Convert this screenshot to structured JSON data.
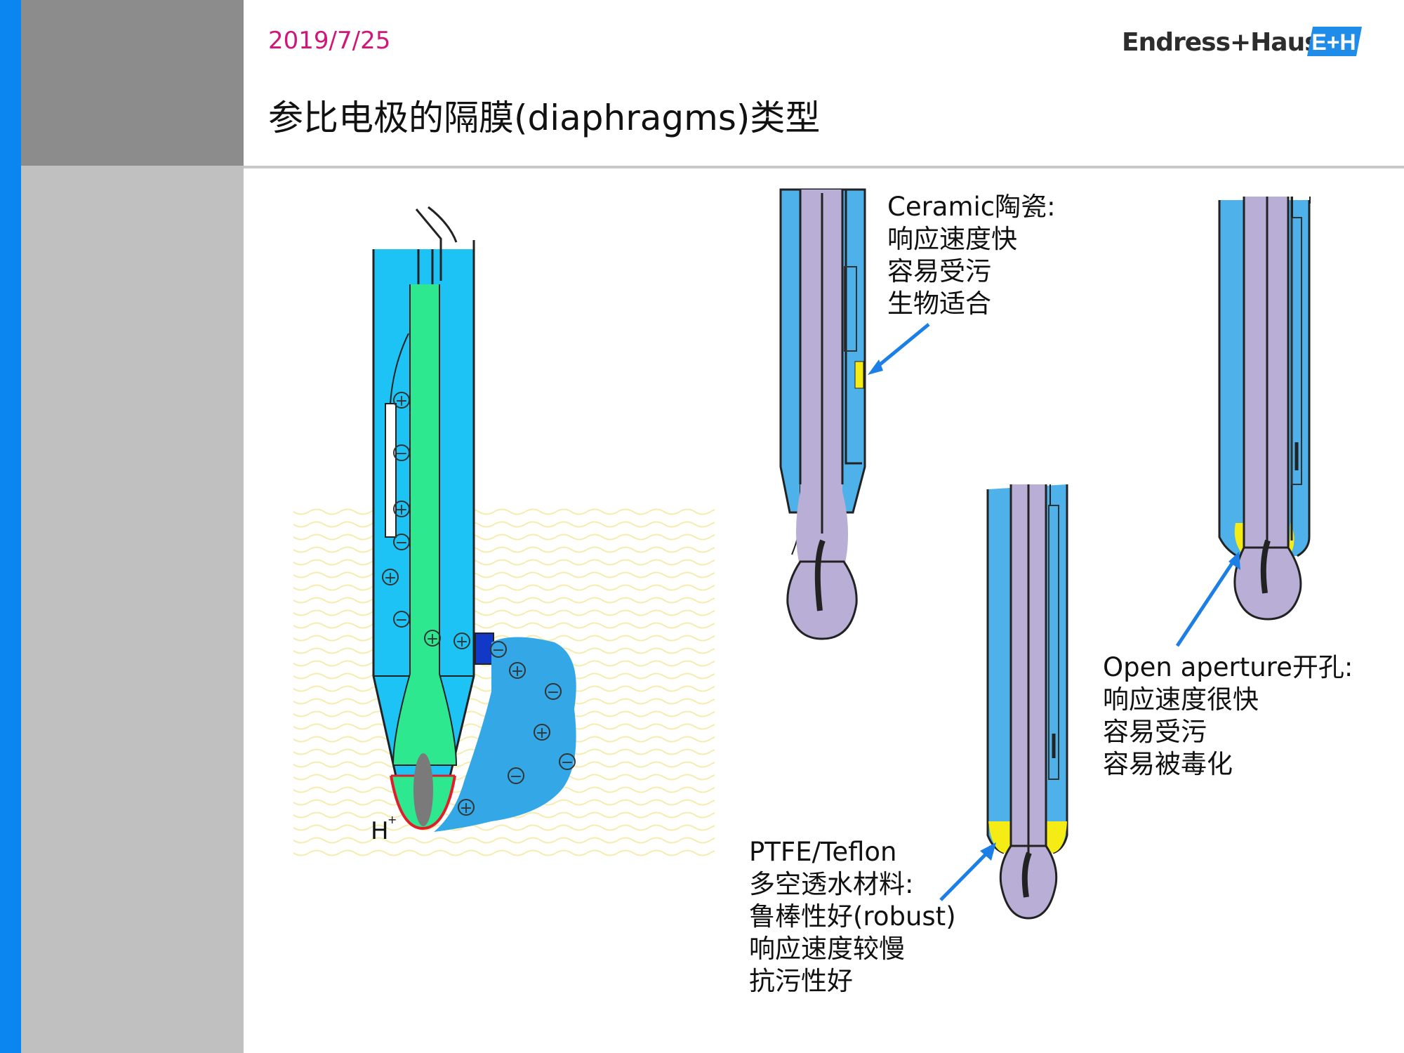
{
  "header": {
    "date": "2019/7/25",
    "title": "参比电极的隔膜(diaphragms)类型",
    "brand": "Endress+Hauser",
    "logo_mark": "E+H"
  },
  "diagram": {
    "ion_label": "H",
    "ion_sup": "+",
    "plus": "+",
    "minus": "−"
  },
  "captions": {
    "ceramic": [
      "Ceramic陶瓷:",
      "响应速度快",
      "容易受污",
      "生物适合"
    ],
    "open": [
      "Open aperture开孔:",
      "响应速度很快",
      "容易受污",
      "容易被毒化"
    ],
    "ptfe": [
      "PTFE/Teflon",
      "多空透水材料:",
      "鲁棒性好(robust)",
      "响应速度较慢",
      "抗污性好"
    ]
  },
  "colors": {
    "accent_blue": "#0b86f0",
    "electrolyte_blue": "#1ec3f5",
    "glass_green": "#2de88e",
    "electrode_blue": "#4fb1ea",
    "inner_purple": "#b9aed6",
    "diaphragm_yellow": "#f4ec14",
    "arrow_blue": "#1b7fe6",
    "date_magenta": "#d0167a"
  }
}
